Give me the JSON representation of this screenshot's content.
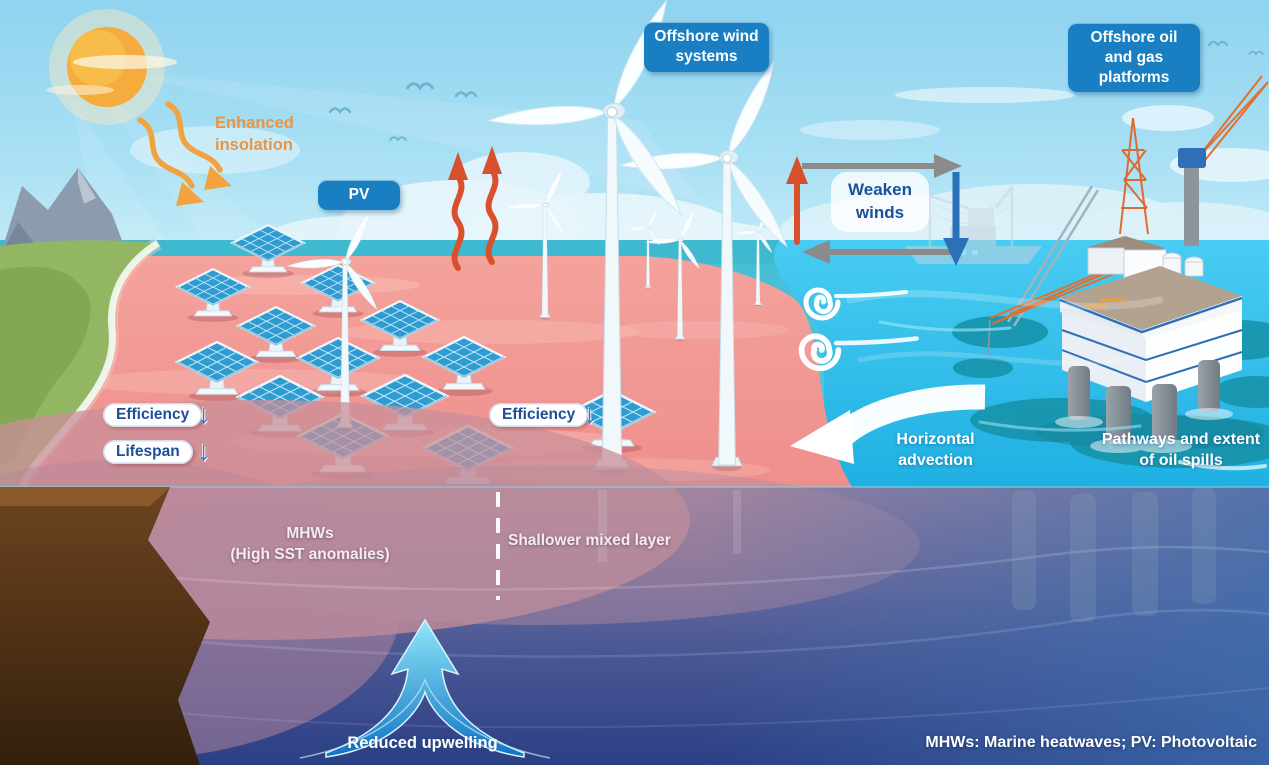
{
  "figure": {
    "callouts": {
      "pv": "PV",
      "offshore_wind": "Offshore wind systems",
      "offshore_oil_gas": "Offshore oil and gas platforms"
    },
    "surface_annotations": {
      "enhanced_insolation": "Enhanced insolation",
      "weaken_winds": "Weaken winds",
      "pv_efficiency": "Efficiency",
      "pv_lifespan": "Lifespan",
      "wind_efficiency": "Efficiency",
      "horizontal_advection": "Horizontal advection",
      "oil_spills": "Pathways and extent of oil spills"
    },
    "underwater_annotations": {
      "mhws_line1": "MHWs",
      "mhws_line2": "(High SST anomalies)",
      "mixed_layer": "Shallower mixed layer",
      "reduced_upwelling": "Reduced upwelling"
    },
    "footnote": "MHWs: Marine heatwaves; PV: Photovoltaic",
    "icons": {
      "decrease": "↓"
    },
    "colors": {
      "callout_blue": "#1A7FC2",
      "annotation_blue": "#1C4E97",
      "insolation_orange": "#EE9440",
      "heat_red": "#D8502C",
      "mhw_pink": "#F09A96",
      "ocean_cyan": "#35C3EF",
      "deep_blue": "#2B4A8F"
    }
  }
}
